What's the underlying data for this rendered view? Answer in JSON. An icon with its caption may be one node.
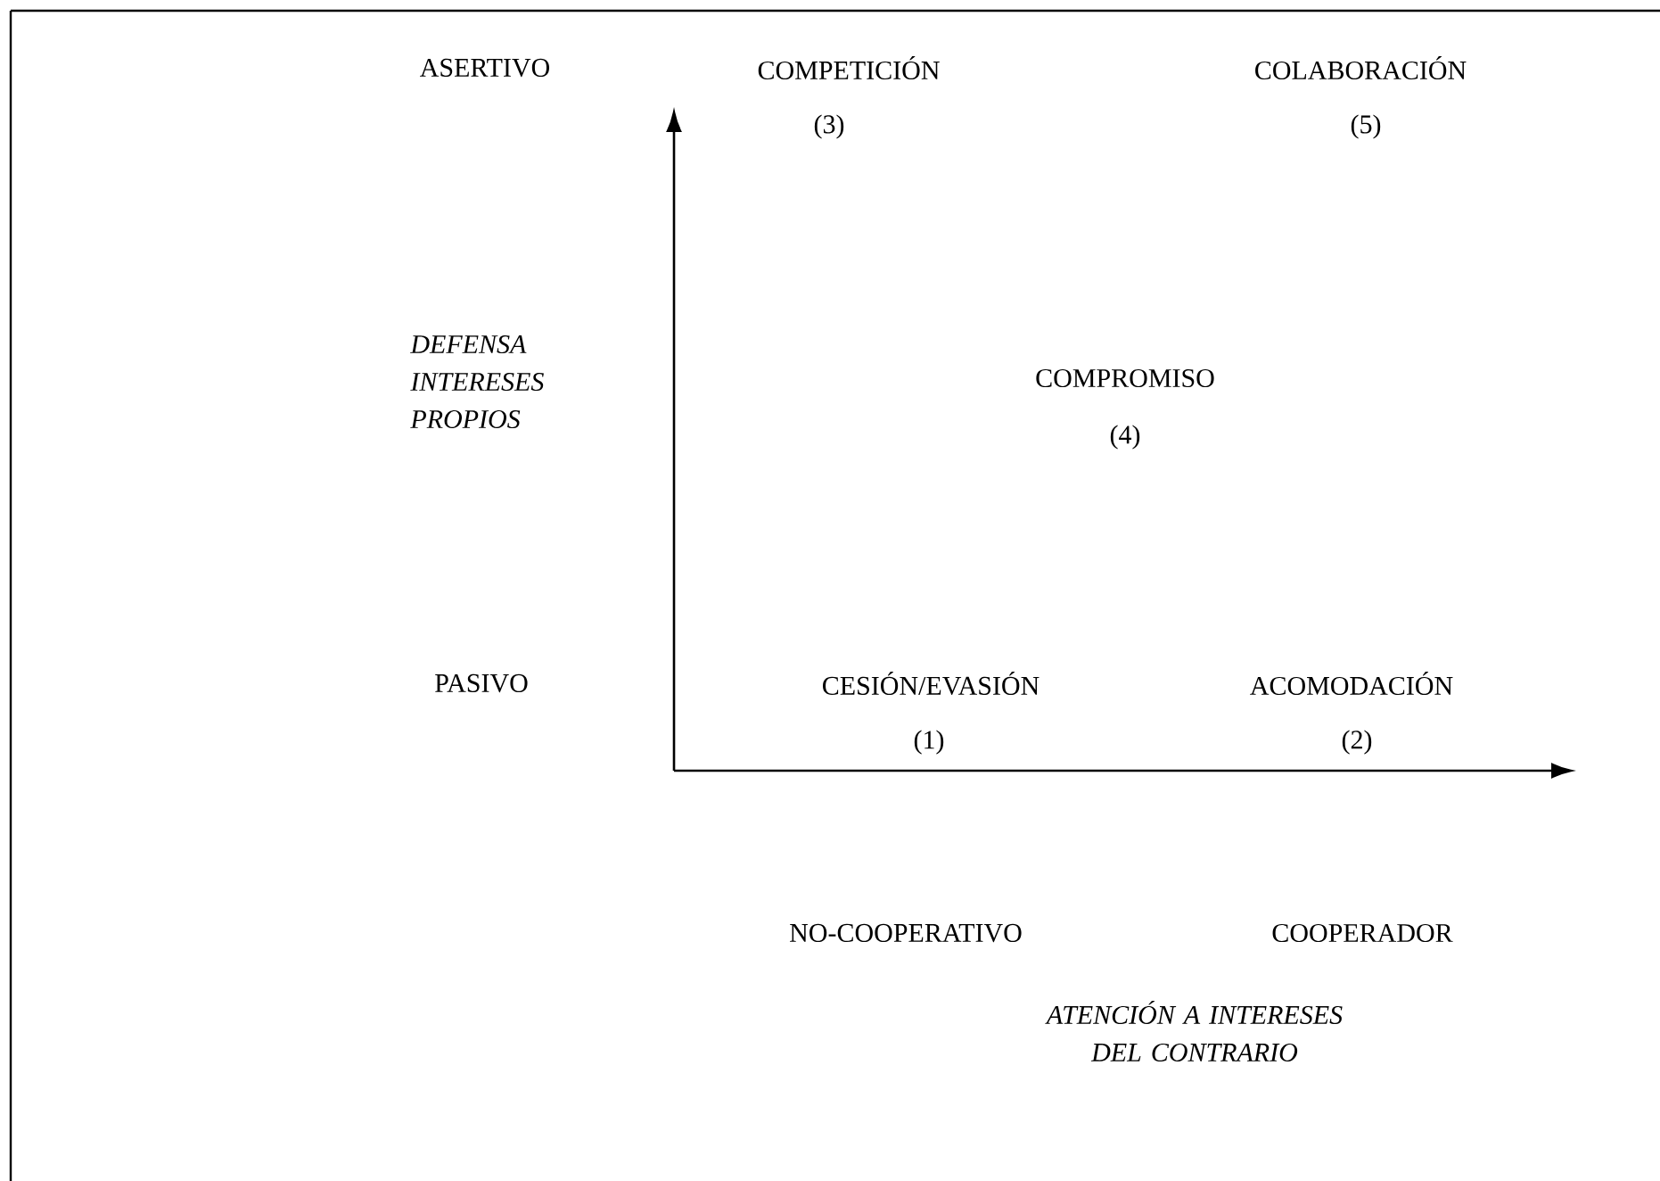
{
  "diagram": {
    "labels": [
      "ASERTIVO",
      "COMPETICIÓN",
      "COLABORACIÓN",
      "(3)",
      "(5)",
      "DEFENSA INTERESES PROPIOS",
      "COMPROMISO",
      "(4)",
      "PASIVO",
      "CESIÓN/EVASIÓN",
      "ACOMODACIÓN",
      "(1)",
      "(2)",
      "NO-COOPERATIVO",
      "COOPERADOR",
      "ATENCIÓN A INTERESES DEL CONTRARIO"
    ]
  }
}
